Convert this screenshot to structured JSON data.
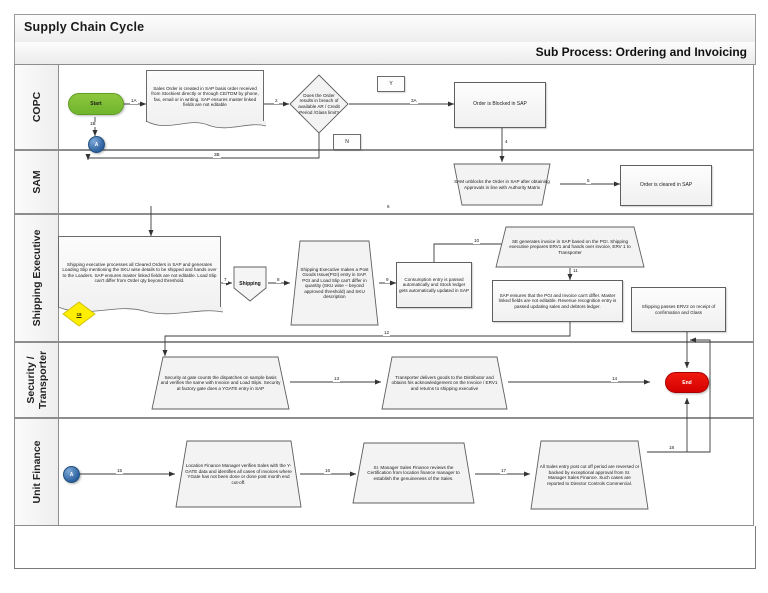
{
  "header": {
    "title": "Supply Chain Cycle",
    "subtitle": "Sub Process: Ordering and Invoicing"
  },
  "colors": {
    "start_fill": "#7fbf32",
    "end_fill": "#e00000",
    "connector_fill": "#2a5f9e",
    "marker_fill": "#ffee00",
    "lane_header_fill": "#f2f2f2",
    "node_fill": "#f4f4f4",
    "line": "#404040"
  },
  "lanes": [
    {
      "id": "copc",
      "label": "COPC"
    },
    {
      "id": "sam",
      "label": "SAM"
    },
    {
      "id": "shipexec",
      "label": "Shipping Executive"
    },
    {
      "id": "sectrans",
      "label": "Security /\nTransporter"
    },
    {
      "id": "unitfin",
      "label": "Unit Finance"
    }
  ],
  "nodes": {
    "start": {
      "label": "Start",
      "shape": "terminator"
    },
    "conn_a_top": {
      "label": "A",
      "shape": "off-page-connector"
    },
    "sales_order": {
      "label": "Sales Order is created in SAP basis order received from Stockiest directly or through CE/TDM by phone, fax, email or in writing. SAP ensures master linked fields are not editable",
      "shape": "document"
    },
    "decision": {
      "label": "Does the Order results in breach of available AR / Credit Period /Glass limit?",
      "shape": "decision"
    },
    "yes_tag": {
      "label": "Y",
      "shape": "label-box"
    },
    "no_tag": {
      "label": "N",
      "shape": "label-box"
    },
    "order_blocked": {
      "label": "Order is Blocked in SAP",
      "shape": "process"
    },
    "sam_unblocks": {
      "label": "SAM unblocks the Order in SAP after obtaining Approvals in line with Authority Matrix",
      "shape": "trapezoid"
    },
    "order_cleared": {
      "label": "Order is cleared in SAP",
      "shape": "process"
    },
    "ship_exec_proc": {
      "label": "Shipping executive processes all Cleared Orders in SAP and generates Loading Slip mentioning the SKU wise details to be shipped and hands over to the Loaders. SAP ensures master linked fields are not editable. Load Slip can't differ from Order qty beyond threshold.",
      "shape": "document"
    },
    "marker_18": {
      "label": "18",
      "shape": "marker"
    },
    "shipping_gate": {
      "label": "Shipping",
      "shape": "pentagon"
    },
    "pgi_entry": {
      "label": "Shipping Executive makes a Post Goods Issue(PGI) entry in SAP. PGI and Load Slip can't differ in quantity (SKU wise – beyond approved threshold)  and SKU description",
      "shape": "trapezoid"
    },
    "consumption": {
      "label": "Consumption entry is passed automatically and Stock ledger gets automatically updated in SAP",
      "shape": "process"
    },
    "se_invoice": {
      "label": "SE generates invoice in SAP based on the PGI.  Shipping executive prepares ERV1 and hands over invoice, ERV 1 to Transporter",
      "shape": "trapezoid"
    },
    "sap_ensures": {
      "label": "SAP ensures that the PGI and Invoice can't differ. Master linked fields are not editable. Revenue recognition entry is passed updating sales and debtors ledger.",
      "shape": "process"
    },
    "ship_erv2": {
      "label": "Shipping passes ERV2 on receipt of confirmation and Glass",
      "shape": "process"
    },
    "security_gate": {
      "label": "Security at gate  counts the dispatches on sample basis and verifies the same with Invoice and Load Slips. Security at factory gate does a YGATE entry in SAP",
      "shape": "trapezoid"
    },
    "transporter": {
      "label": "Transporter delivers goods to the Distributor and obtains his acknowledgement on the Invoice / ERV1 and returns to shipping executive",
      "shape": "trapezoid"
    },
    "end": {
      "label": "End",
      "shape": "terminator"
    },
    "conn_a_bot": {
      "label": "A",
      "shape": "off-page-connector"
    },
    "loc_fin_mgr": {
      "label": "Location Finance Manager verifies Sales with the Y-GATE data and identifies all cases of invoices where YGate has not been done or done post month end cut-off.",
      "shape": "trapezoid"
    },
    "sr_mgr_sales": {
      "label": "Sr. Manager Sales Finance reviews the Certification from location finance manager to establish the genuineness of the Sales.",
      "shape": "trapezoid"
    },
    "all_sales": {
      "label": "All Sales entry post cut off period are reversed or backed by exceptional approval from Sr. Manager Sales Finance. Such cases are reported to Director Controls Commercial.",
      "shape": "trapezoid"
    }
  },
  "flow_labels": {
    "l1a": "1A",
    "l1b": "1B",
    "l2": "2",
    "l3a": "3A",
    "l3b": "3B",
    "l4": "4",
    "l5": "5",
    "l6": "6",
    "l7": "7",
    "l8": "8",
    "l9": "9",
    "l10": "10",
    "l11": "11",
    "l12": "12",
    "l13": "13",
    "l14": "14",
    "l15": "15",
    "l16": "16",
    "l17": "17",
    "l18": "18"
  }
}
